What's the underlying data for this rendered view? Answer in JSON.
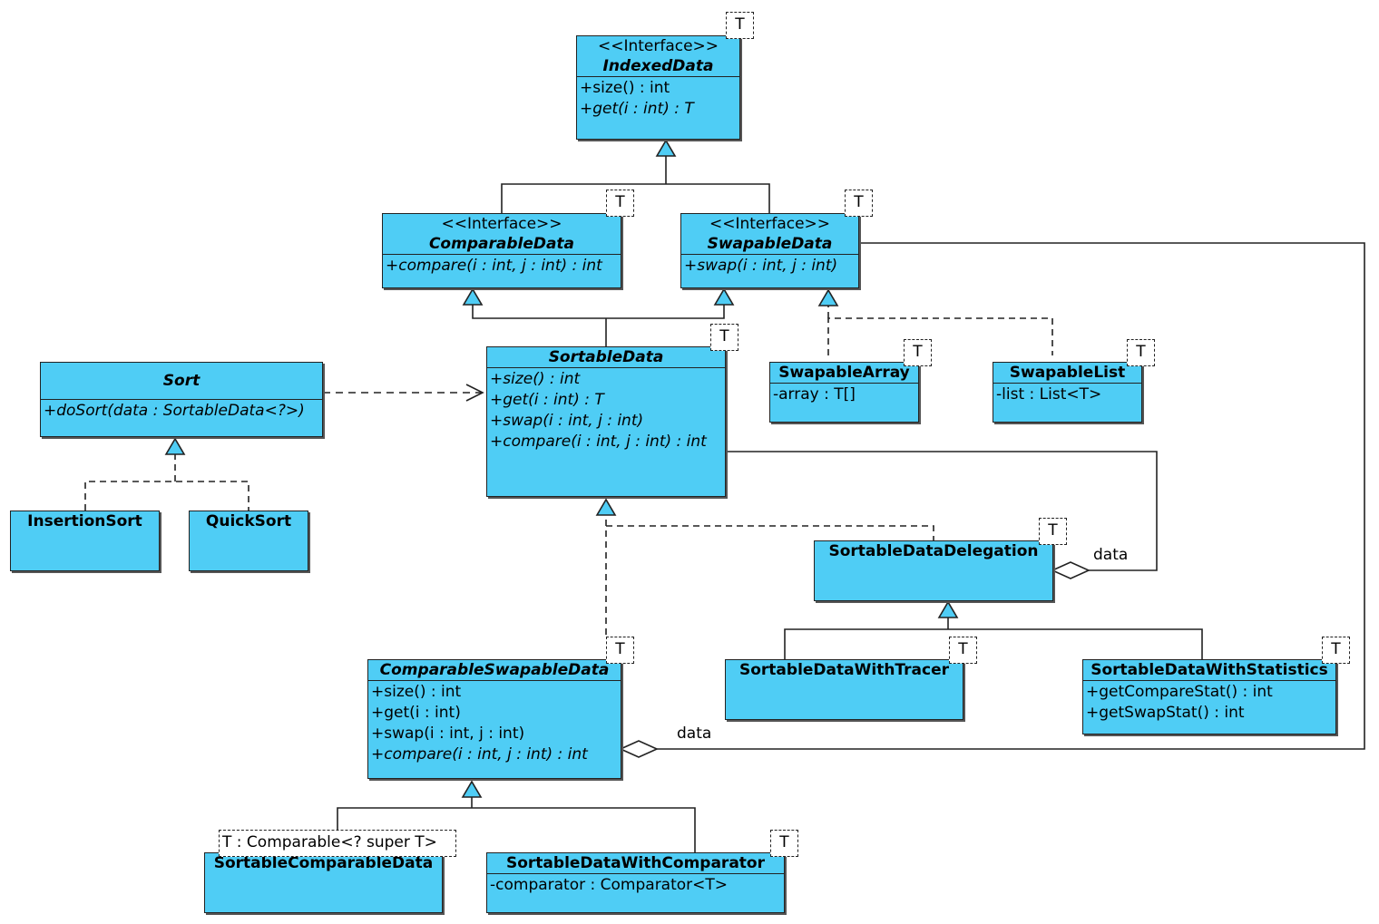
{
  "classes": {
    "indexed_data": {
      "stereotype": "<<Interface>>",
      "name": "IndexedData",
      "methods": [
        "+size() : int",
        "+get(i : int) : T"
      ]
    },
    "comparable_data": {
      "stereotype": "<<Interface>>",
      "name": "ComparableData",
      "methods": [
        "+compare(i : int, j : int) : int"
      ]
    },
    "swapable_data": {
      "stereotype": "<<Interface>>",
      "name": "SwapableData",
      "methods": [
        "+swap(i : int, j : int)"
      ]
    },
    "sortable_data": {
      "name": "SortableData",
      "methods": [
        "+size() : int",
        "+get(i : int) : T",
        "+swap(i : int, j : int)",
        "+compare(i : int, j : int) : int"
      ]
    },
    "sort": {
      "name": "Sort",
      "methods": [
        "+doSort(data : SortableData<?>)"
      ]
    },
    "insertion_sort": {
      "name": "InsertionSort"
    },
    "quick_sort": {
      "name": "QuickSort"
    },
    "swapable_array": {
      "name": "SwapableArray",
      "attributes": [
        "-array : T[]"
      ]
    },
    "swapable_list": {
      "name": "SwapableList",
      "attributes": [
        "-list : List<T>"
      ]
    },
    "sortable_data_delegation": {
      "name": "SortableDataDelegation"
    },
    "sortable_data_with_tracer": {
      "name": "SortableDataWithTracer"
    },
    "sortable_data_with_statistics": {
      "name": "SortableDataWithStatistics",
      "methods": [
        "+getCompareStat() : int",
        "+getSwapStat() : int"
      ]
    },
    "comparable_swapable_data": {
      "name": "ComparableSwapableData",
      "methods": [
        "+size() : int",
        "+get(i : int)",
        "+swap(i : int, j : int)",
        "+compare(i : int, j : int) : int"
      ]
    },
    "sortable_comparable_data": {
      "name": "SortableComparableData"
    },
    "sortable_data_with_comparator": {
      "name": "SortableDataWithComparator",
      "attributes": [
        "-comparator : Comparator<T>"
      ]
    }
  },
  "type_params": {
    "generic": "T",
    "comparable_bound": "T : Comparable<? super T>"
  },
  "association_labels": {
    "delegation_data": "data",
    "comparable_swapable_data": "data"
  },
  "colors": {
    "class_fill": "#4fcdf5",
    "line": "#222222",
    "background": "#ffffff"
  }
}
